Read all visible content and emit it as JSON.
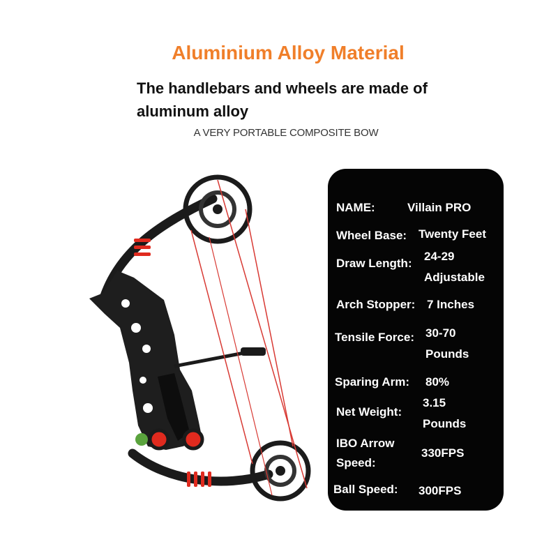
{
  "header": {
    "title": "Aluminium Alloy Material",
    "subtitle_line1": "The handlebars and wheels are made of",
    "subtitle_line2": "aluminum alloy",
    "tagline": "A VERY PORTABLE COMPOSITE BOW"
  },
  "specs": [
    {
      "label": "NAME:",
      "value": "Villain PRO"
    },
    {
      "label": "Wheel Base:",
      "value": "Twenty Feet"
    },
    {
      "label": "Draw Length:",
      "value_line1": "24-29",
      "value_line2": "Adjustable"
    },
    {
      "label": "Arch Stopper:",
      "value": "7 Inches"
    },
    {
      "label": "Tensile Force:",
      "value_line1": "30-70",
      "value_line2": "Pounds"
    },
    {
      "label": "Sparing Arm:",
      "value": "80%"
    },
    {
      "label": "Net Weight:",
      "value_line1": "3.15",
      "value_line2": "Pounds"
    },
    {
      "label_line1": "IBO Arrow",
      "label_line2": "Speed:",
      "value": "330FPS"
    },
    {
      "label": "Ball Speed:",
      "value": "300FPS"
    }
  ],
  "colors": {
    "title_orange": "#f07f2a",
    "panel_black": "#050505",
    "string_red": "#d83a34",
    "accent_red": "#e02a1e",
    "bow_black": "#1b1b1b"
  }
}
